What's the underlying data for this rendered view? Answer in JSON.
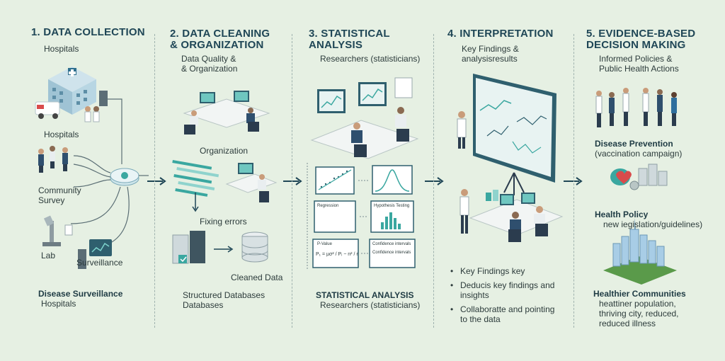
{
  "steps": [
    {
      "title": "1. DATA COLLECTION",
      "subtitle": "Hospitals",
      "labels": {
        "hospitals": "Hospitals",
        "community": "Community\nSurvey",
        "lab": "Lab",
        "surveillance": "Surveillance"
      },
      "footer_line1": "Disease Surveillance",
      "footer_line2": "Hospitals"
    },
    {
      "title": "2. DATA CLEANING\n& ORGANIZATION",
      "subtitle": "Data Quality &\n& Organization",
      "labels": {
        "organization": "Organization",
        "fixing": "Fixing errors",
        "cleaned": "Cleaned Data"
      },
      "footer_line1": "Structured Databases",
      "footer_line2": "Databases"
    },
    {
      "title": "3. STATISTICAL\nANALYSIS",
      "subtitle": "Researchers (statisticians)",
      "panels": {
        "regression": "Regression",
        "hypothesis": "Hypothesis Testing",
        "pvalue": "P-Value",
        "formula": "P₁ = µσ² / Pᵢ  −  n² / r",
        "confidence1": "Confidence intervals",
        "confidence2": "Confidence intervals"
      },
      "footer_line1": "STATISTICAL ANALYSIS",
      "footer_line2": "Researchers (statisticians)"
    },
    {
      "title": "4. INTERPRETATION",
      "subtitle": "Key Findings &\nanalysisresults",
      "bullets": [
        "Key Findings key",
        "Deducis key findings and\ninsights",
        "Collaboratte and pointing\nto the data"
      ]
    },
    {
      "title": "5. EVIDENCE-BASED\nDECISION MAKING",
      "subtitle": "Informed Policies &\nPublic Health Actions",
      "items": [
        {
          "title": "Disease Prevention",
          "desc": "(vaccination campaign)"
        },
        {
          "title": "Health Policy",
          "desc": "new iegislation/guidelines)"
        },
        {
          "title": "Healthier Communities",
          "desc": "heattiner population,\nthriving city, reduced,\nreduced illness"
        }
      ]
    }
  ],
  "colors": {
    "background": "#e6f0e3",
    "accent": "#1f4656",
    "teal": "#3aa7a0",
    "screen": "#2f5f6e"
  }
}
